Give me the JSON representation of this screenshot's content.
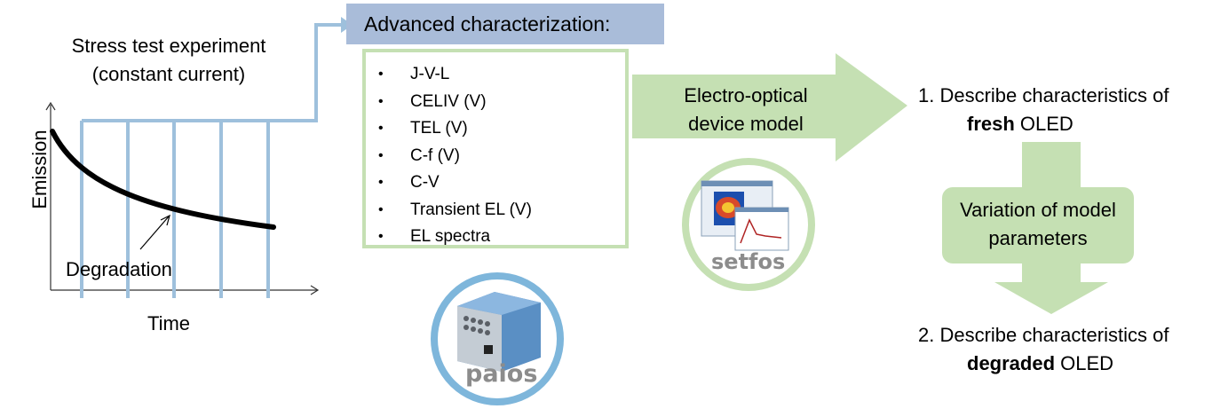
{
  "graph": {
    "title_line1": "Stress test experiment",
    "title_line2": "(constant current)",
    "y_axis_label": "Emission",
    "x_axis_label": "Time",
    "curve_label": "Degradation"
  },
  "characterization": {
    "header": "Advanced characterization:",
    "bullet": "•",
    "items": [
      "J-V-L",
      "CELIV (V)",
      "TEL (V)",
      "C-f (V)",
      "C-V",
      "Transient EL (V)",
      "EL spectra"
    ]
  },
  "devices": {
    "paios_label": "paios",
    "setfos_label": "setfos"
  },
  "model_arrow": {
    "line1": "Electro-optical",
    "line2": "device model"
  },
  "steps": {
    "step1_prefix": "1. Describe characteristics of",
    "step1_bold": "fresh",
    "step1_suffix": " OLED",
    "variation_line1": "Variation of model",
    "variation_line2": "parameters",
    "step2_prefix": "2. Describe characteristics of",
    "step2_bold": "degraded",
    "step2_suffix": " OLED"
  },
  "colors": {
    "graph_lines": "#9ec0dc",
    "header_fill": "#a9bcd9",
    "green": "#c5e0b3",
    "device_ring": "#7eb6db"
  }
}
